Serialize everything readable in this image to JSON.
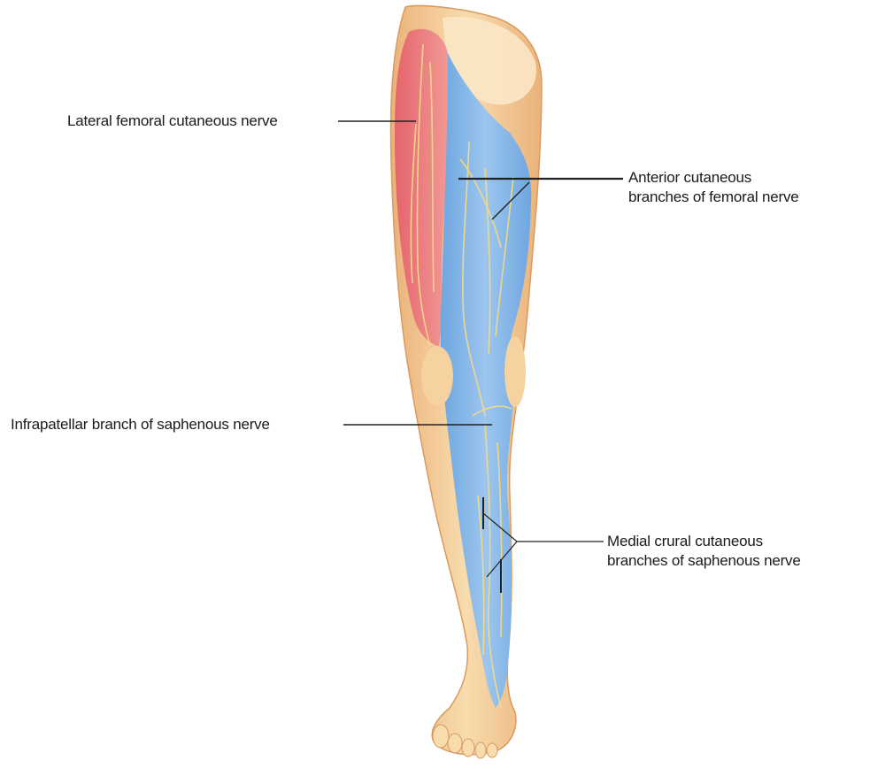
{
  "labels": {
    "lateral_femoral": "Lateral femoral cutaneous nerve",
    "anterior_cutaneous": {
      "line1": "Anterior cutaneous",
      "line2": "branches of femoral nerve"
    },
    "infrapatellar": "Infrapatellar branch of saphenous nerve",
    "medial_crural": {
      "line1": "Medial crural cutaneous",
      "line2": "branches of saphenous nerve"
    }
  },
  "colors": {
    "skin": "#f6d6a6",
    "skin_shadow": "#e8b57c",
    "lateral_femoral_region": "#e8757a",
    "femoral_saphenous_region": "#7fb2e6",
    "nerve": "#f3d98a",
    "leader_line": "#222222"
  }
}
